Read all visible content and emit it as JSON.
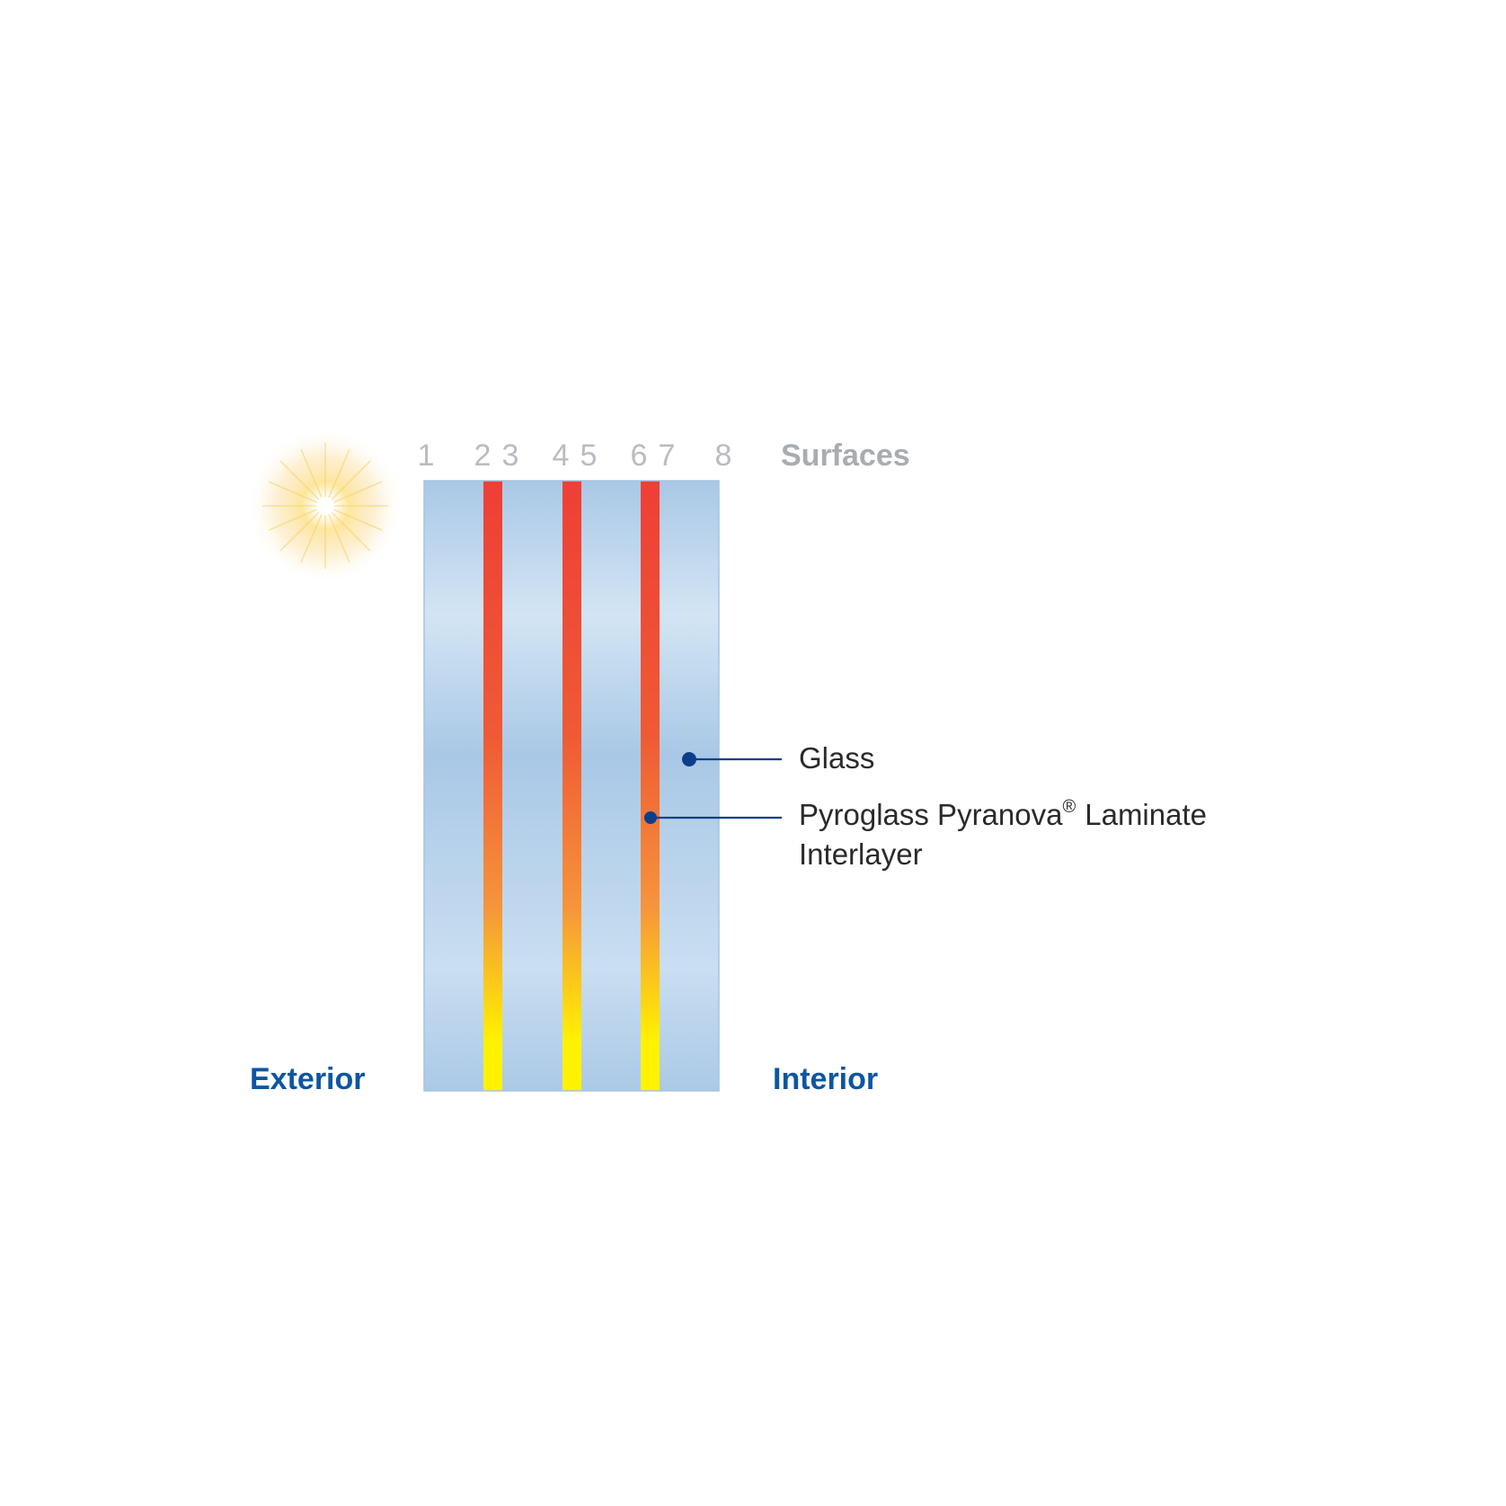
{
  "surfaces": {
    "title": "Surfaces",
    "numbers": [
      "1",
      "2",
      "3",
      "4",
      "5",
      "6",
      "7",
      "8"
    ]
  },
  "sides": {
    "exterior": "Exterior",
    "interior": "Interior"
  },
  "callouts": {
    "glass": "Glass",
    "interlayer_line1": "Pyroglass Pyranova",
    "interlayer_reg": "®",
    "interlayer_line1_end": "Laminate",
    "interlayer_line2": "Interlayer"
  },
  "colors": {
    "glass": "#b3d0ea",
    "interlayer_top": "#ee3f36",
    "interlayer_bottom": "#fff200",
    "label_blue": "#0c56a3",
    "callout_blue": "#0c3f8a"
  },
  "icons": {
    "sun": "sun-icon"
  }
}
